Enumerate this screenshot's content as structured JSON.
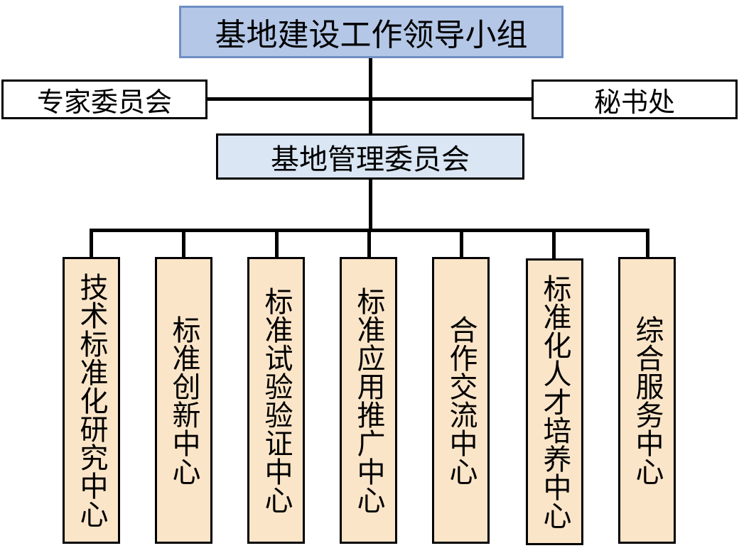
{
  "top": {
    "label": "基地建设工作领导小组"
  },
  "expert": {
    "label": "专家委员会"
  },
  "secretary": {
    "label": "秘书处"
  },
  "management": {
    "label": "基地管理委员会"
  },
  "centers": [
    {
      "label": "技术标准化研究中心"
    },
    {
      "label": "标准创新中心"
    },
    {
      "label": "标准试验验证中心"
    },
    {
      "label": "标准应用推广中心"
    },
    {
      "label": "合作交流中心"
    },
    {
      "label": "标准化人才培养中心"
    },
    {
      "label": "综合服务中心"
    }
  ],
  "colors": {
    "top_fill": "#b4c7e7",
    "top_border": "#6f8fc4",
    "management_fill": "#dae6f4",
    "center_fill": "#fbe5c8",
    "line": "#000000"
  }
}
